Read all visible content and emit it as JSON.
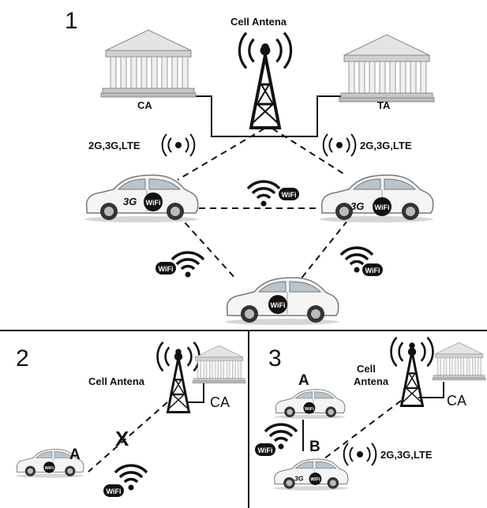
{
  "panel_1": {
    "number": "1",
    "antenna_label": "Cell Antena",
    "ca_label": "CA",
    "ta_label": "TA",
    "cellular_left": "2G,3G,LTE",
    "cellular_right": "2G,3G,LTE",
    "car_left_network": "3G",
    "car_right_network": "3G",
    "wifi_badge": "WiFi"
  },
  "panel_2": {
    "number": "2",
    "antenna_label": "Cell Antena",
    "ca_label": "CA",
    "car_label": "A",
    "blocked_mark": "X"
  },
  "panel_3": {
    "number": "3",
    "antenna_label_line1": "Cell",
    "antenna_label_line2": "Antena",
    "ca_label": "CA",
    "car_a_label": "A",
    "car_b_label": "B",
    "car_b_network": "3G",
    "cellular": "2G,3G,LTE"
  }
}
